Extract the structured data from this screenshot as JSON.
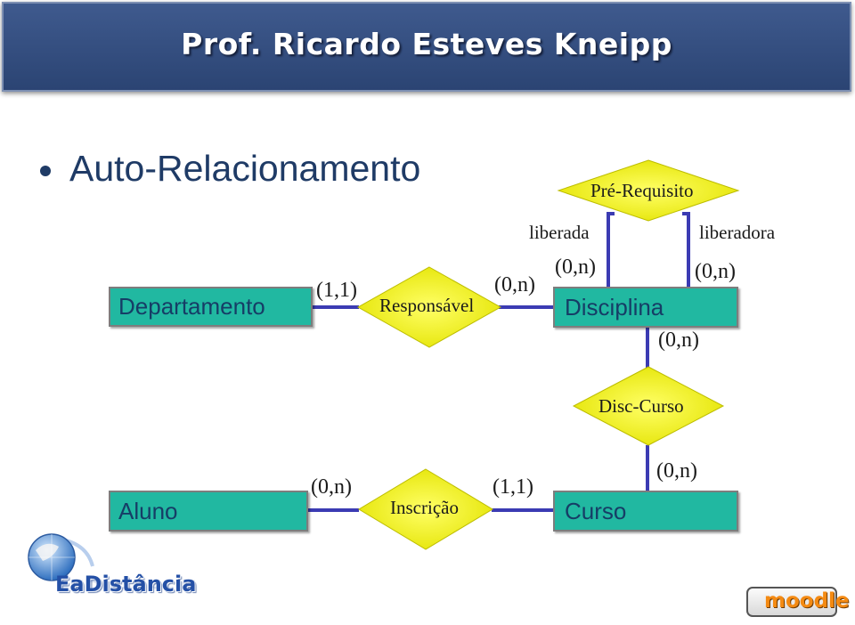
{
  "header": {
    "title": "Prof. Ricardo Esteves Kneipp"
  },
  "bullet": {
    "text": "Auto-Relacionamento"
  },
  "entities": {
    "departamento": "Departamento",
    "disciplina": "Disciplina",
    "aluno": "Aluno",
    "curso": "Curso"
  },
  "relationships": {
    "responsavel": "Responsável",
    "pre_requisito": "Pré-Requisito",
    "disc_curso": "Disc-Curso",
    "inscricao": "Inscrição"
  },
  "roles": {
    "liberada": "liberada",
    "liberadora": "liberadora"
  },
  "cardinalities": {
    "departamento_responsavel": "(1,1)",
    "responsavel_disciplina": "(0,n)",
    "disciplina_liberada": "(0,n)",
    "disciplina_liberadora": "(0,n)",
    "disciplina_disc_curso": "(0,n)",
    "aluno_inscricao": "(0,n)",
    "inscricao_curso": "(1,1)",
    "curso_disc_curso": "(0,n)"
  },
  "logos": {
    "eadistancia": "EaDistância",
    "moodle": "moodle"
  },
  "colors": {
    "header": "#2e4775",
    "entity_fill": "#21b8a1",
    "diamond_fill": "#ffff00",
    "connector": "#3b3bb3"
  }
}
